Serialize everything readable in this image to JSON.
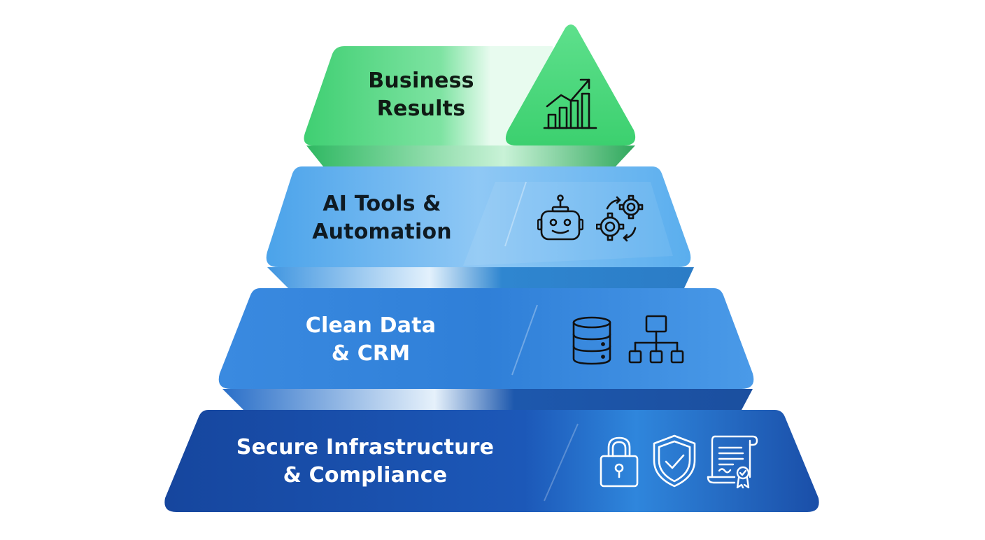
{
  "tiers": [
    {
      "line1": "Business",
      "line2": "Results",
      "icons": [
        "bar-chart-growth-icon"
      ],
      "color": "#43d879"
    },
    {
      "line1": "AI Tools &",
      "line2": "Automation",
      "icons": [
        "robot-icon",
        "gears-cycle-icon"
      ],
      "color": "#4aa6ec"
    },
    {
      "line1": "Clean Data",
      "line2": "& CRM",
      "icons": [
        "database-icon",
        "hierarchy-icon"
      ],
      "color": "#2f7fd8"
    },
    {
      "line1": "Secure Infrastructure",
      "line2": "& Compliance",
      "icons": [
        "lock-icon",
        "shield-check-icon",
        "certificate-icon"
      ],
      "color": "#1d55b8"
    }
  ],
  "colors": {
    "green": "#43d879",
    "light_blue": "#4aa6ec",
    "mid_blue": "#2f7fd8",
    "dark_blue": "#1d55b8",
    "icon_stroke": "#111111",
    "icon_stroke_light": "#ffffff"
  }
}
